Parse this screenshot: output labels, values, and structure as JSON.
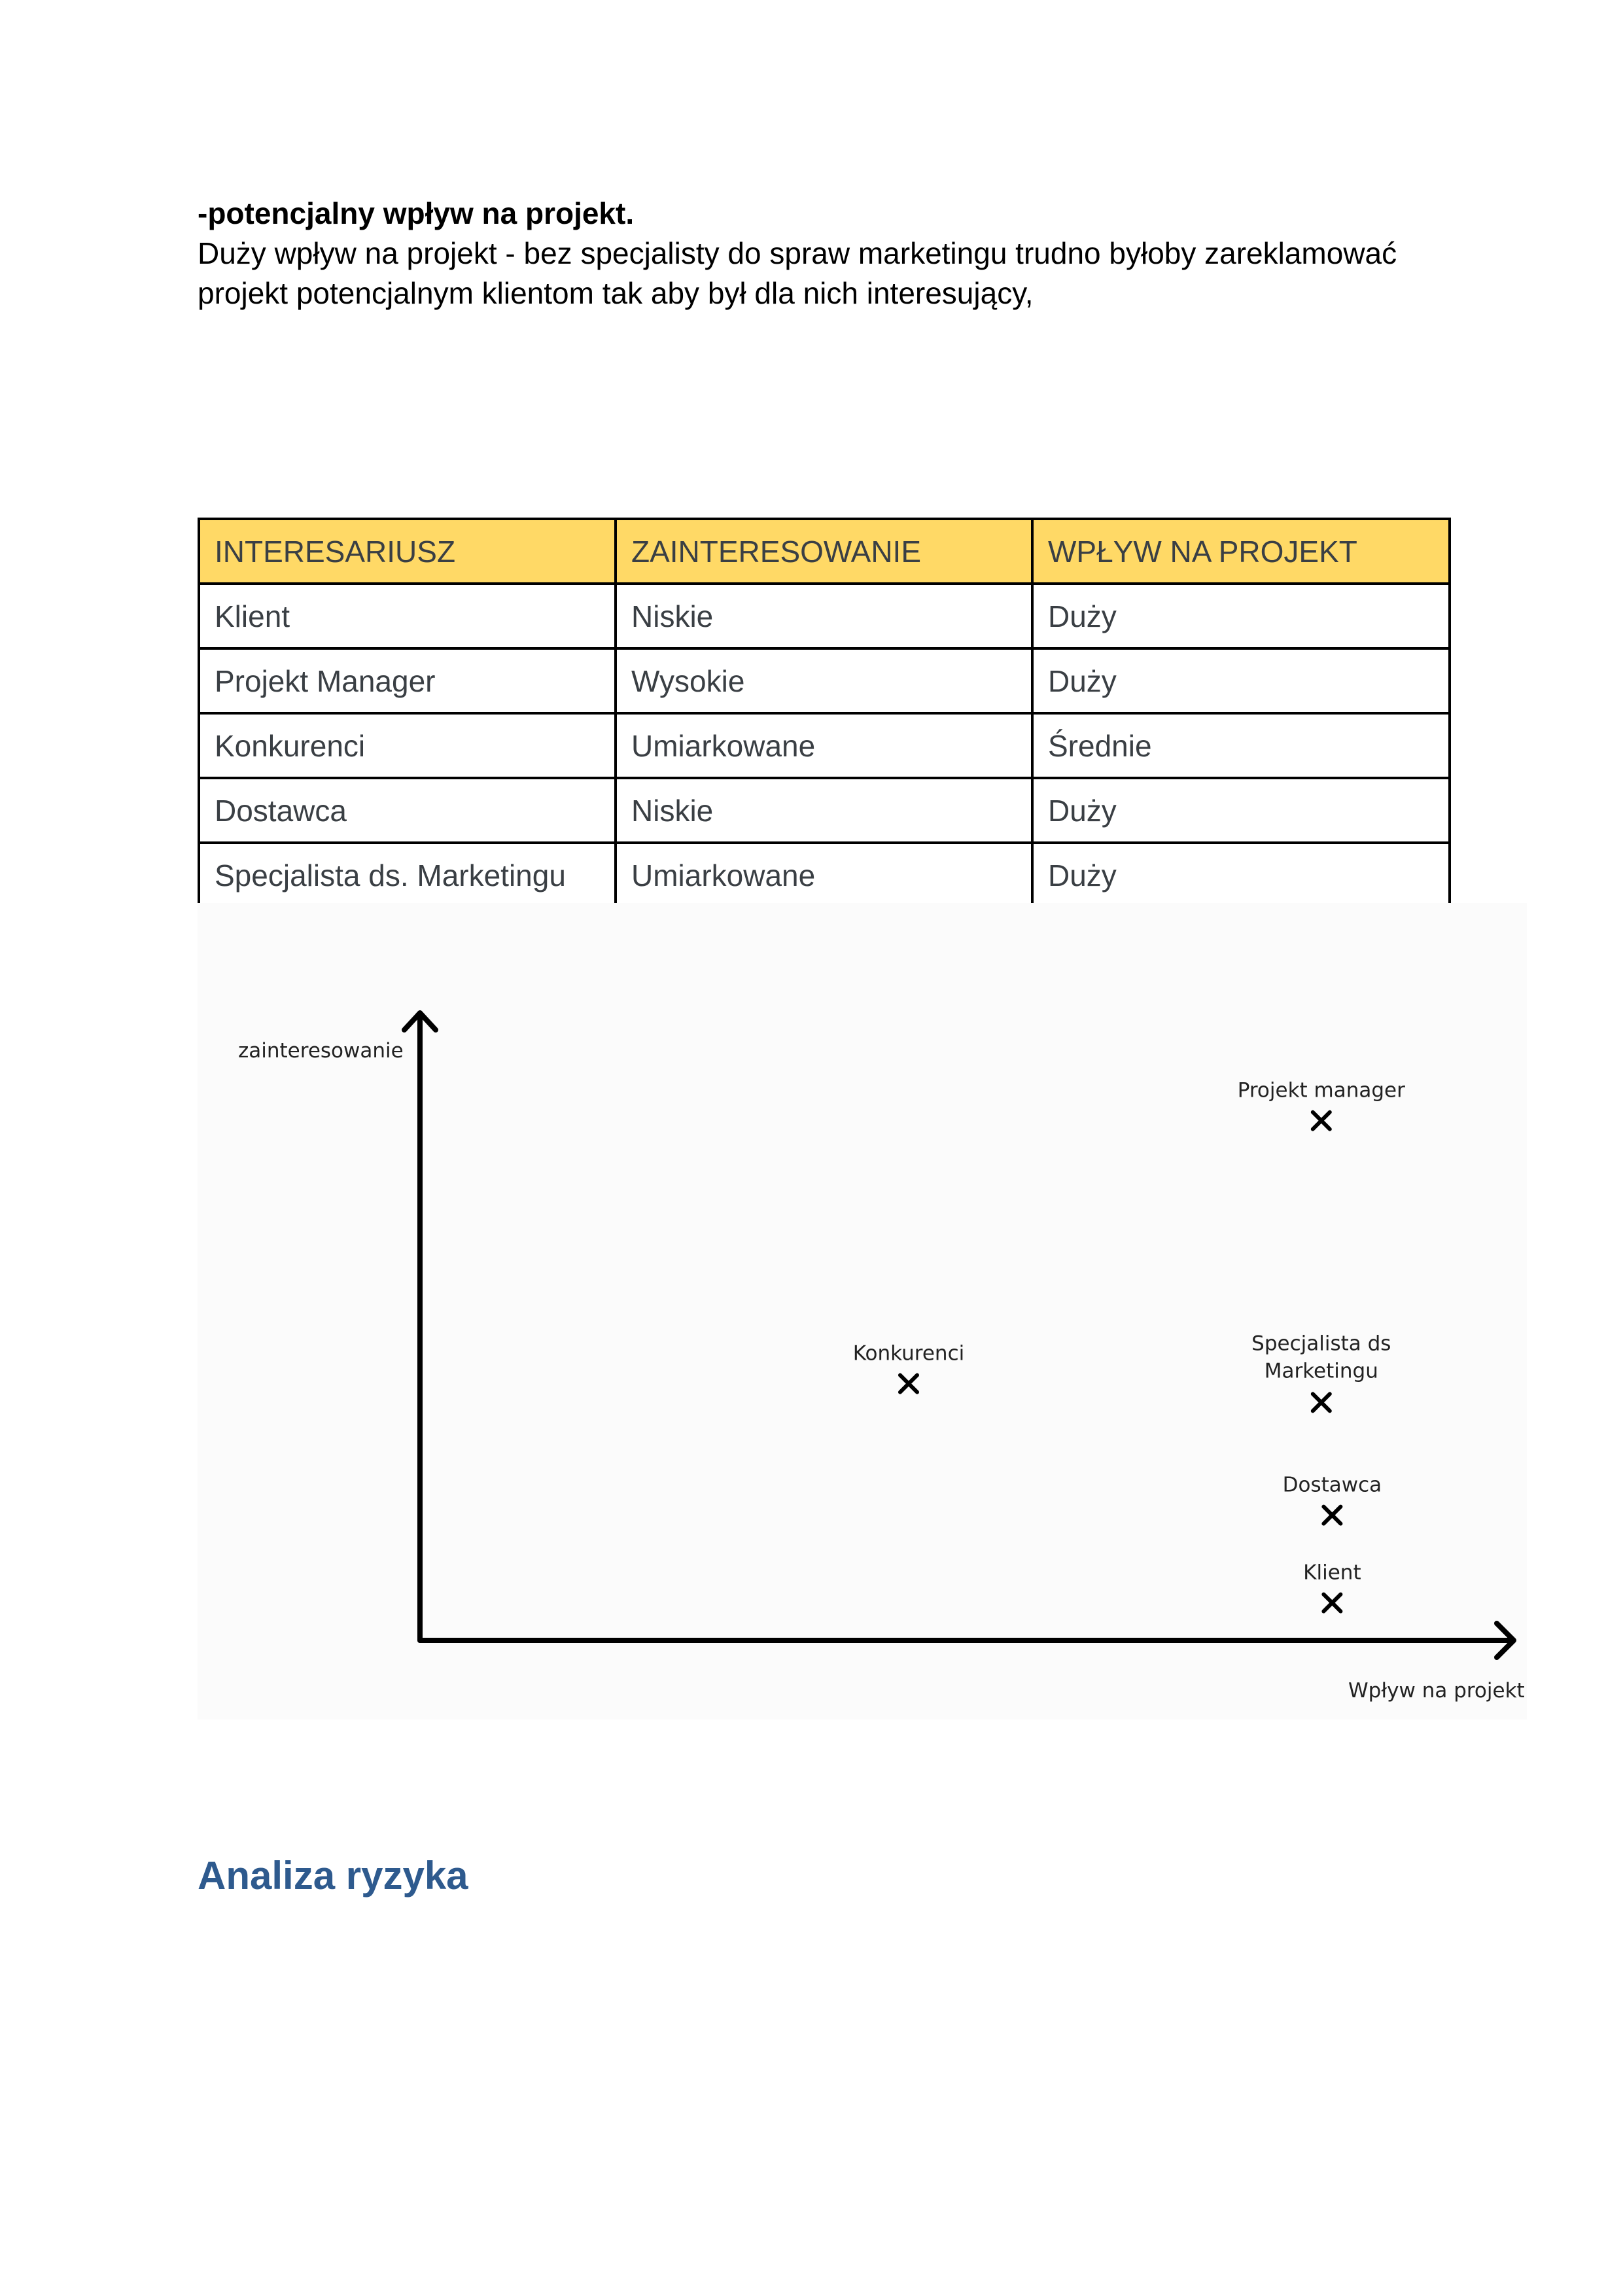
{
  "intro": {
    "heading": "-potencjalny wpływ na projekt.",
    "paragraph": "Duży wpływ na projekt - bez specjalisty do spraw marketingu trudno byłoby zareklamować projekt potencjalnym klientom tak aby był dla nich interesujący,"
  },
  "table": {
    "headers": [
      "INTERESARIUSZ",
      "ZAINTERESOWANIE",
      "WPŁYW NA PROJEKT"
    ],
    "header_bg": "#ffd966",
    "rows": [
      [
        "Klient",
        "Niskie",
        "Duży"
      ],
      [
        "Projekt Manager",
        "Wysokie",
        "Duży"
      ],
      [
        "Konkurenci",
        "Umiarkowane",
        "Średnie"
      ],
      [
        "Dostawca",
        "Niskie",
        "Duży"
      ],
      [
        "Specjalista ds. Marketingu",
        "Umiarkowane",
        "Duży"
      ]
    ]
  },
  "chart_data": {
    "type": "scatter",
    "xlabel": "Wpływ na projekt",
    "ylabel": "zainteresowanie",
    "xlim": [
      0,
      1
    ],
    "ylim": [
      0,
      1
    ],
    "grid": false,
    "marker": "x",
    "points": [
      {
        "label": "Projekt manager",
        "x": 0.83,
        "y": 0.83
      },
      {
        "label": "Konkurenci",
        "x": 0.45,
        "y": 0.41
      },
      {
        "label": "Specjalista ds Marketingu",
        "x": 0.83,
        "y": 0.38
      },
      {
        "label": "Dostawca",
        "x": 0.84,
        "y": 0.2
      },
      {
        "label": "Klient",
        "x": 0.84,
        "y": 0.06
      }
    ]
  },
  "section": {
    "heading": "Analiza ryzyka",
    "color": "#2e5a8e"
  }
}
